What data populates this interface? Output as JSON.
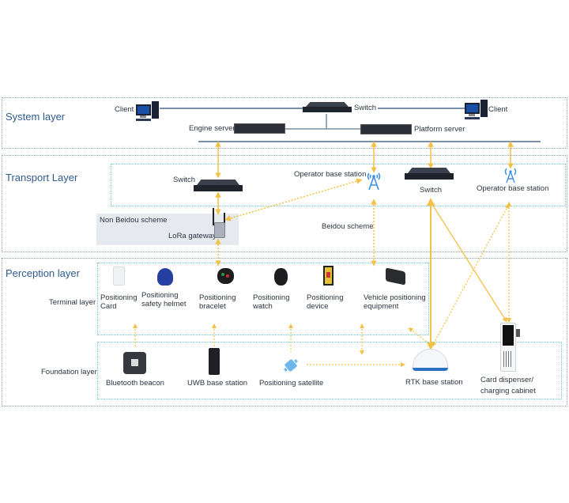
{
  "layers": {
    "system": {
      "title": "System layer"
    },
    "transport": {
      "title": "Transport Layer"
    },
    "perception": {
      "title": "Perception layer"
    }
  },
  "sublayers": {
    "terminal": "Terminal layer",
    "foundation": "Foundation layer"
  },
  "system_nodes": {
    "client_left": "Client",
    "client_right": "Client",
    "switch": "Switch",
    "engine_server": "Engine server",
    "platform_server": "Platform server"
  },
  "transport_nodes": {
    "switch_left": "Switch",
    "operator_base_station_1": "Operator base station",
    "switch_right": "Switch",
    "operator_base_station_2": "Operator base station",
    "non_beidou_scheme": "Non Beidou scheme",
    "lora_gateway": "LoRa gateway",
    "beidou_scheme": "Beidou scheme"
  },
  "terminal_devices": [
    {
      "line1": "Positioning",
      "line2": "Card"
    },
    {
      "line1": "Positioning",
      "line2": "safety helmet"
    },
    {
      "line1": "Positioning",
      "line2": "bracelet"
    },
    {
      "line1": "Positioning",
      "line2": "watch"
    },
    {
      "line1": "Positioning",
      "line2": "device"
    },
    {
      "line1": "Vehicle positioning",
      "line2": "equipment"
    }
  ],
  "foundation_devices": {
    "bluetooth_beacon": "Bluetooth beacon",
    "uwb_base_station": "UWB base station",
    "positioning_satellite": "Positioning satellite",
    "rtk_base_station": "RTK base station",
    "card_dispenser_line1": "Card dispenser/",
    "card_dispenser_line2": "charging cabinet"
  },
  "colors": {
    "connector": "#f3c144",
    "network_line": "#7a8ea6",
    "layer_border": "#8e9db4",
    "sublayer_border": "#6cc3d9",
    "title": "#2e5a8c",
    "antenna": "#3b8fe0"
  }
}
